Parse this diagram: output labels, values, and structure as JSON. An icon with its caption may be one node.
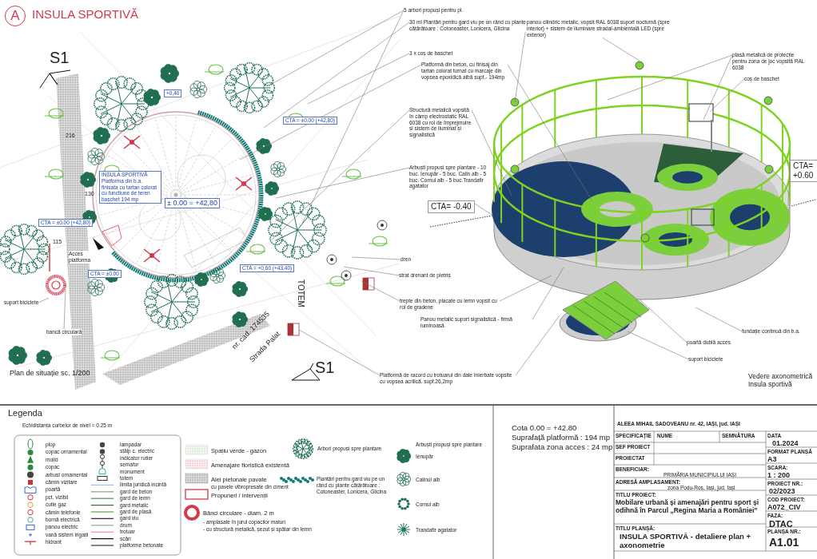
{
  "diagram": {
    "title": "INSULA SPORTIVĂ",
    "nodes": [
      {
        "text": [
          "5 arbori propuși pentru pl."
        ]
      },
      {
        "text": [
          "30 ml Plantări pentru gard viu pe un rând cu plante cățărătoare : Cotoneaster, Lonicera, Glicina"
        ]
      },
      {
        "text": [
          "3 x coș de baschet"
        ]
      },
      {
        "text": [
          "Platformă din beton, cu finisaj din tartan colorat turnat cu marcaje din vopsea epoxidică albă supf.- 194mp"
        ]
      },
      {
        "text": [
          "Structură metalică vopsită în câmp electrostatic RAL 6038 cu rol de împrejmuire și sistem de iluminat și signalistică"
        ]
      },
      {
        "text": [
          "Arbuști propuși spre plantare - 10 buc. Ienupăr - 5 buc. Calin alb - 5 buc. Cornul alb - 5 buc.Trandafir agatator"
        ]
      },
      {
        "text": [
          "CTA= -0.40"
        ]
      },
      {
        "text": [
          "dren"
        ]
      },
      {
        "text": [
          "strat drenant de pietriș"
        ]
      },
      {
        "text": [
          "trepte din beton, placate cu lemn vopsit cu rol de gradene"
        ]
      },
      {
        "text": [
          "Panou metalic suport signalistică - firmă luminoasă"
        ]
      },
      {
        "text": [
          "Platformă de racord cu trotuarul din dale înierbate vopsite cu vopsea acrilică. supf.26,2mp"
        ]
      },
      {
        "text": [
          "panou cilindric metalic, vopsit RAL 6038 suport nocturnă (spre interior) + sistem de iluminare stradal-ambientală LED (spre exterior)"
        ]
      },
      {
        "text": [
          "plasă metalică de protecție pentru zona de joc vopsită RAL 6038"
        ]
      },
      {
        "text": [
          "coș de baschet"
        ]
      },
      {
        "text": [
          "CTA= +0.60"
        ]
      },
      {
        "text": [
          "fundație continuă din b.a."
        ]
      },
      {
        "text": [
          "poartă dublă acces"
        ]
      },
      {
        "text": [
          "suport biciclete"
        ]
      },
      {
        "text": [
          "suport biciclete"
        ]
      },
      {
        "text": [
          "bancă circulară"
        ]
      }
    ],
    "edges": [
      {
        "from": 0,
        "to": null,
        "arrow": "none"
      },
      {
        "from": 0,
        "to": null,
        "arrow": "none"
      },
      {
        "from": 1,
        "to": null,
        "arrow": "none"
      },
      {
        "from": 2,
        "to": null,
        "arrow": "none"
      },
      {
        "from": 3,
        "to": null,
        "arrow": "none"
      },
      {
        "from": 3,
        "to": null,
        "arrow": "none"
      },
      {
        "from": 4,
        "to": null,
        "arrow": "none"
      },
      {
        "from": 4,
        "to": null,
        "arrow": "none"
      },
      {
        "from": 5,
        "to": null,
        "arrow": "none"
      },
      {
        "from": 6,
        "to": null,
        "arrow": "none"
      },
      {
        "from": 7,
        "to": null,
        "arrow": "none"
      },
      {
        "from": 8,
        "to": null,
        "arrow": "none"
      },
      {
        "from": 9,
        "to": null,
        "arrow": "none"
      },
      {
        "from": 9,
        "to": null,
        "arrow": "none"
      },
      {
        "from": 10,
        "to": null,
        "arrow": "none"
      },
      {
        "from": 11,
        "to": null,
        "arrow": "none"
      },
      {
        "from": 11,
        "to": null,
        "arrow": "none"
      },
      {
        "from": 12,
        "to": null,
        "arrow": "none"
      },
      {
        "from": 12,
        "to": null,
        "arrow": "none"
      },
      {
        "from": 13,
        "to": null,
        "arrow": "none"
      },
      {
        "from": 13,
        "to": null,
        "arrow": "none"
      },
      {
        "from": 14,
        "to": null,
        "arrow": "none"
      },
      {
        "from": 15,
        "to": null,
        "arrow": "none"
      },
      {
        "from": 16,
        "to": null,
        "arrow": "none"
      },
      {
        "from": 17,
        "to": null,
        "arrow": "none"
      },
      {
        "from": 18,
        "to": null,
        "arrow": "none"
      },
      {
        "from": 19,
        "to": null,
        "arrow": "none"
      },
      {
        "from": 20,
        "to": null,
        "arrow": "none"
      }
    ],
    "labels": [
      "A",
      "S1",
      "+0,40",
      "CTA = ±0.00 (+42,80)",
      "INSULA SPORTIVĂ Platforma din b.a. finisata cu tartan colorat cu functiune de teren baschet 194 mp",
      "± 0.00 = +42,80",
      "CTA = ±0.00 (+42,80)",
      "216",
      "130",
      "115",
      "Acces platforma",
      "CTA = ±0.00",
      "CTA = +0,60 (+43,40)",
      "TOTEM",
      "nr. cad. 174535",
      "Strada Palat",
      "S1",
      "Plan de situație sc. 1/200",
      "Vedere axonometrică Insula sportivă",
      "Legenda",
      "Echidistanța curbelor de nivel = 0.25 m",
      "cu pavele vibropresate din ciment",
      "- amplasate în jurul copacilor maturi",
      "- cu structură metalică, șezut și spătar din lemn",
      "Arbuști propuși spre plantare",
      "Cota 0.00 = +42.80",
      "Suprafață platformă : 194 mp",
      "Suprafata zona acces : 24 mp",
      "ALEEA MIHAIL SADOVEANU nr. 42, IAȘI, jud. IAȘI",
      "SPECIFICAȚIE",
      "NUME",
      "SEMNĂTURA",
      "DATA",
      "01.2024",
      "ȘEF PROIECT",
      "FORMAT PLANȘĂ",
      "A3",
      "PROIECTAT",
      "SCARA:",
      "1 : 200",
      "BENEFICIAR:",
      "PRIMĂRIA MUNICIPIULUI IAȘI",
      "PROIECT NR.:",
      "02/2023",
      "ADRESĂ AMPLASAMENT:",
      "zona Podu-Roș, Iași, jud. Iași",
      "COD PROIECT:",
      "A072_CIV",
      "TITLU PROIECT:",
      "FAZA:",
      "Mobilare urbană și amenajări pentru sport și odihnă în Parcul „Regina Maria a României”",
      "DTAC",
      "TITLU PLANȘĂ:",
      "PLANȘA NR.:",
      "INSULA SPORTIVĂ - detaliere plan + axonometrie",
      "A1.01"
    ],
    "legend": [
      {
        "text": "plop"
      },
      {
        "text": "copac ornamental"
      },
      {
        "text": "molid"
      },
      {
        "text": "copac"
      },
      {
        "text": "arbust ornamental"
      },
      {
        "text": "cămin vizitare"
      },
      {
        "text": "poartă"
      },
      {
        "text": "pct. vizibil"
      },
      {
        "text": "cutie gaz"
      },
      {
        "text": "cămin telefonie"
      },
      {
        "text": "bornă electrică"
      },
      {
        "text": "panou electric"
      },
      {
        "text": "vană sistem irigații"
      },
      {
        "text": "hidrant"
      },
      {
        "text": "lampadar"
      },
      {
        "text": "stâlp c. electric"
      },
      {
        "text": "indicator rutier"
      },
      {
        "text": "semafor"
      },
      {
        "text": "monument"
      },
      {
        "text": "totem"
      },
      {
        "text": "limita juridică incintă"
      },
      {
        "text": "gard de beton"
      },
      {
        "text": "gard de lemn"
      },
      {
        "text": "gard metalic"
      },
      {
        "text": "gard de plasă"
      },
      {
        "text": "gard viu"
      },
      {
        "text": "drum"
      },
      {
        "text": "trotuar"
      },
      {
        "text": "scări"
      },
      {
        "text": "platforme betonate"
      },
      {
        "text": "Spațiu verde - gazon"
      },
      {
        "text": "Amenajare floristică existentă"
      },
      {
        "text": "Alei pietonale pavate"
      },
      {
        "text": "Propuneri / intervenții"
      },
      {
        "text": "Bănci circulare - diam. 2 m"
      },
      {
        "text": "Arbori propuși spre plantare"
      },
      {
        "text": "Plantări pentru gard viu pe un rând cu plante cățărătoare : Cotoneaster, Lonicera, Glicina"
      },
      {
        "text": "Ienupăr"
      },
      {
        "text": "Calinul alb"
      },
      {
        "text": "Cornul alb"
      },
      {
        "text": "Trandafir agatator"
      }
    ]
  }
}
